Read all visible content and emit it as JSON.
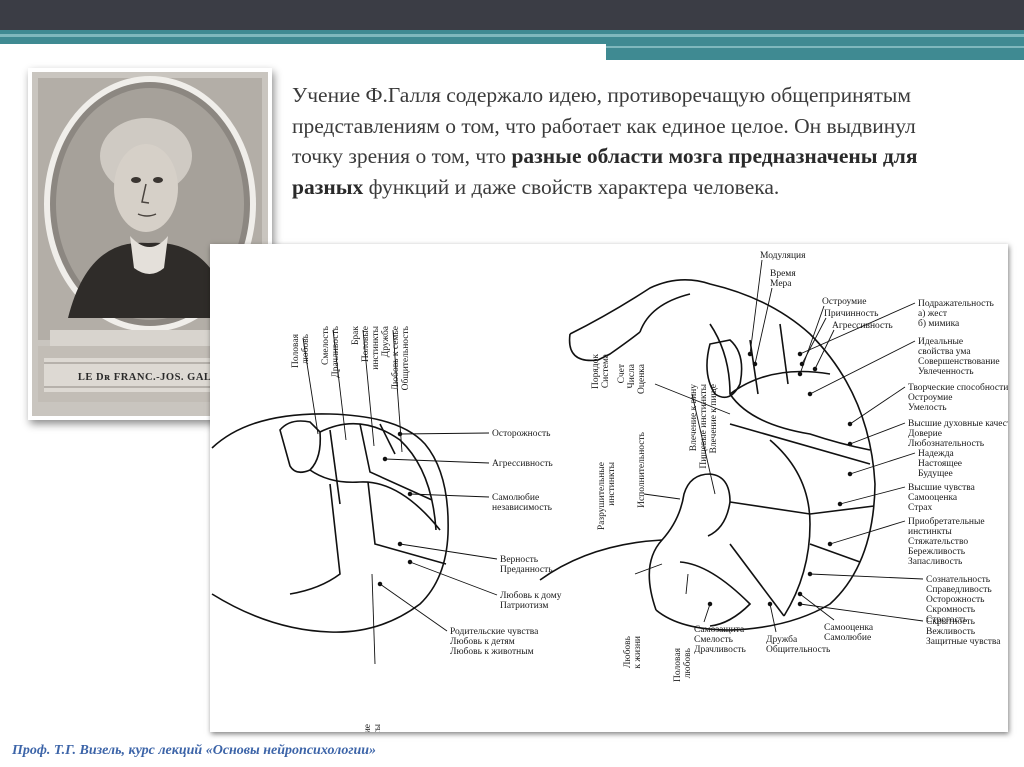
{
  "slide": {
    "intro_part1": "Учение Ф.Галля содержало идею, противоречащую общепринятым представлениям о том, что работает как единое целое. Он выдвинул точку зрения о том, что ",
    "intro_bold": "разные области мозга предназначены для разных",
    "intro_part2": " функций и даже свойств характера человека.",
    "portrait_caption": "LE Dʀ FRANC.-JOS. GALL.",
    "footer": "Проф. Т.Г. Визель, курс лекций «Основы нейропсихологии»"
  },
  "left_labels": {
    "vertical": [
      [
        "Половая",
        "любовь"
      ],
      [
        "Смелость",
        "Драчливость"
      ],
      [
        "Брак",
        "Половые",
        "инстинкты"
      ],
      [
        "Дружба",
        "Любовь к семье",
        "Общительность"
      ]
    ],
    "right": [
      [
        "Осторожность"
      ],
      [
        "Агрессивность"
      ],
      [
        "Самолюбие",
        "независимость"
      ],
      [
        "Верность",
        "Преданность"
      ],
      [
        "Любовь к дому",
        "Патриотизм"
      ],
      [
        "Родительские чувства",
        "Любовь к детям",
        "Любовь к животным"
      ]
    ],
    "bottom_vertical": [
      "Домашние",
      "инстинкты"
    ]
  },
  "right_labels": {
    "top": [
      [
        "Модуляция"
      ],
      [
        "Время",
        "Мера"
      ],
      [
        "Остроумие"
      ],
      [
        "Причинность"
      ],
      [
        "Агрессивность"
      ]
    ],
    "vertical": [
      [
        "Порядок",
        "Система"
      ],
      [
        "Счет",
        "Числа",
        "Оценка"
      ],
      [
        "Влечение к вину",
        "Пищевые инстинкты",
        "Влечение к пище"
      ],
      [
        "Исполнительность"
      ],
      [
        "Разрушительные",
        "инстинкты"
      ]
    ],
    "side": [
      [
        "Подражательность",
        "а)  жест",
        "б)  мимика"
      ],
      [
        "Идеальные",
        "свойства ума",
        "Совершенствование",
        "Увлеченность"
      ],
      [
        "Творческие способности",
        "Остроумие",
        "Умелость"
      ],
      [
        "Высшие духовные качества",
        "Доверие",
        "Любознательность"
      ],
      [
        "Надежда",
        "Настоящее",
        "Будущее"
      ],
      [
        "Высшие чувства",
        "Самооценка",
        "Страх"
      ],
      [
        "Приобретательные",
        "инстинкты",
        "Стяжательство",
        "Бережливость",
        "Запасливость"
      ],
      [
        "Сознательность",
        "Справедливость",
        "Осторожность",
        "Скромность",
        "Строгость"
      ],
      [
        "Скрытность",
        "Вежливость",
        "Защитные чувства"
      ]
    ],
    "bottom": [
      [
        "Самозащита",
        "Смелость",
        "Драчливость"
      ],
      [
        "Дружба",
        "Общительность"
      ],
      [
        "Самооценка",
        "Самолюбие"
      ]
    ],
    "bottom_vertical": [
      [
        "Любовь",
        "к жизни"
      ],
      [
        "Половая",
        "любовь"
      ]
    ]
  }
}
